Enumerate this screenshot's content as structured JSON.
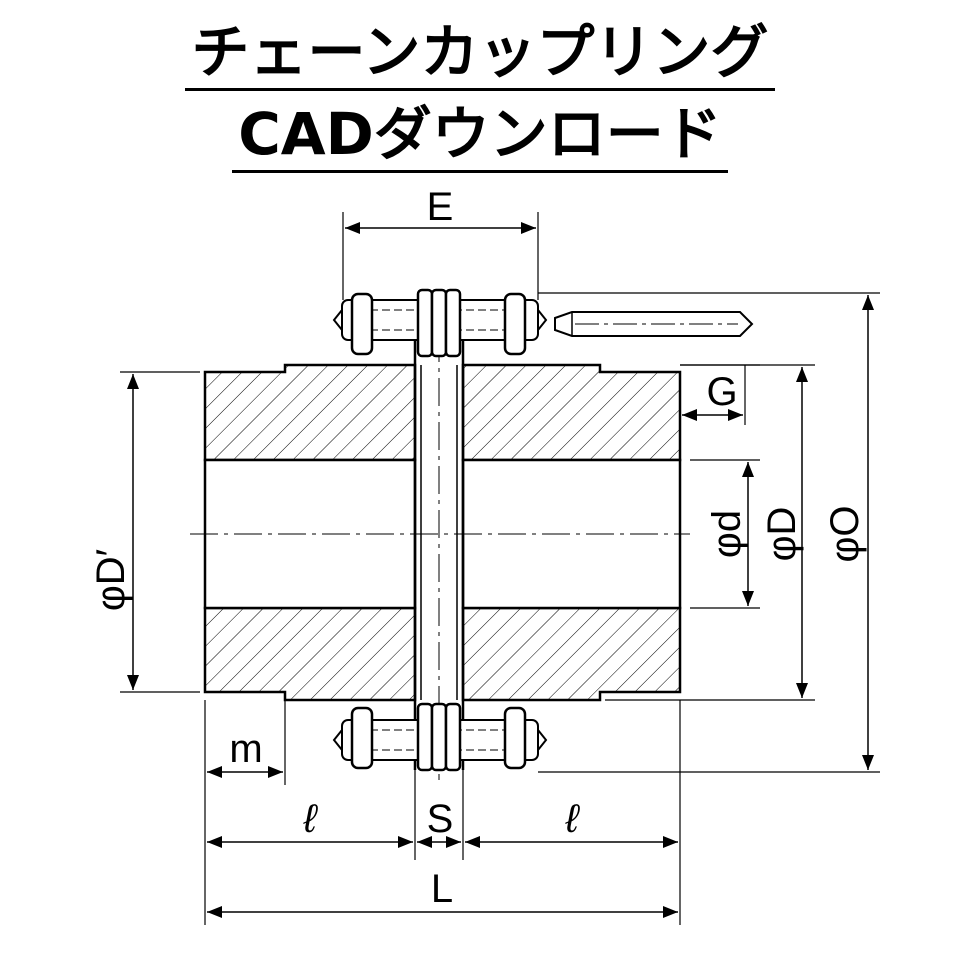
{
  "title": {
    "line1": "チェーンカップリング",
    "line2": "CADダウンロード"
  },
  "labels": {
    "E": "E",
    "G": "G",
    "phi_d": "φd",
    "phi_D": "φD",
    "phi_O": "φO",
    "phi_D_prime": "φD′",
    "m": "m",
    "l_left": "ℓ",
    "S": "S",
    "l_right": "ℓ",
    "L": "L"
  }
}
